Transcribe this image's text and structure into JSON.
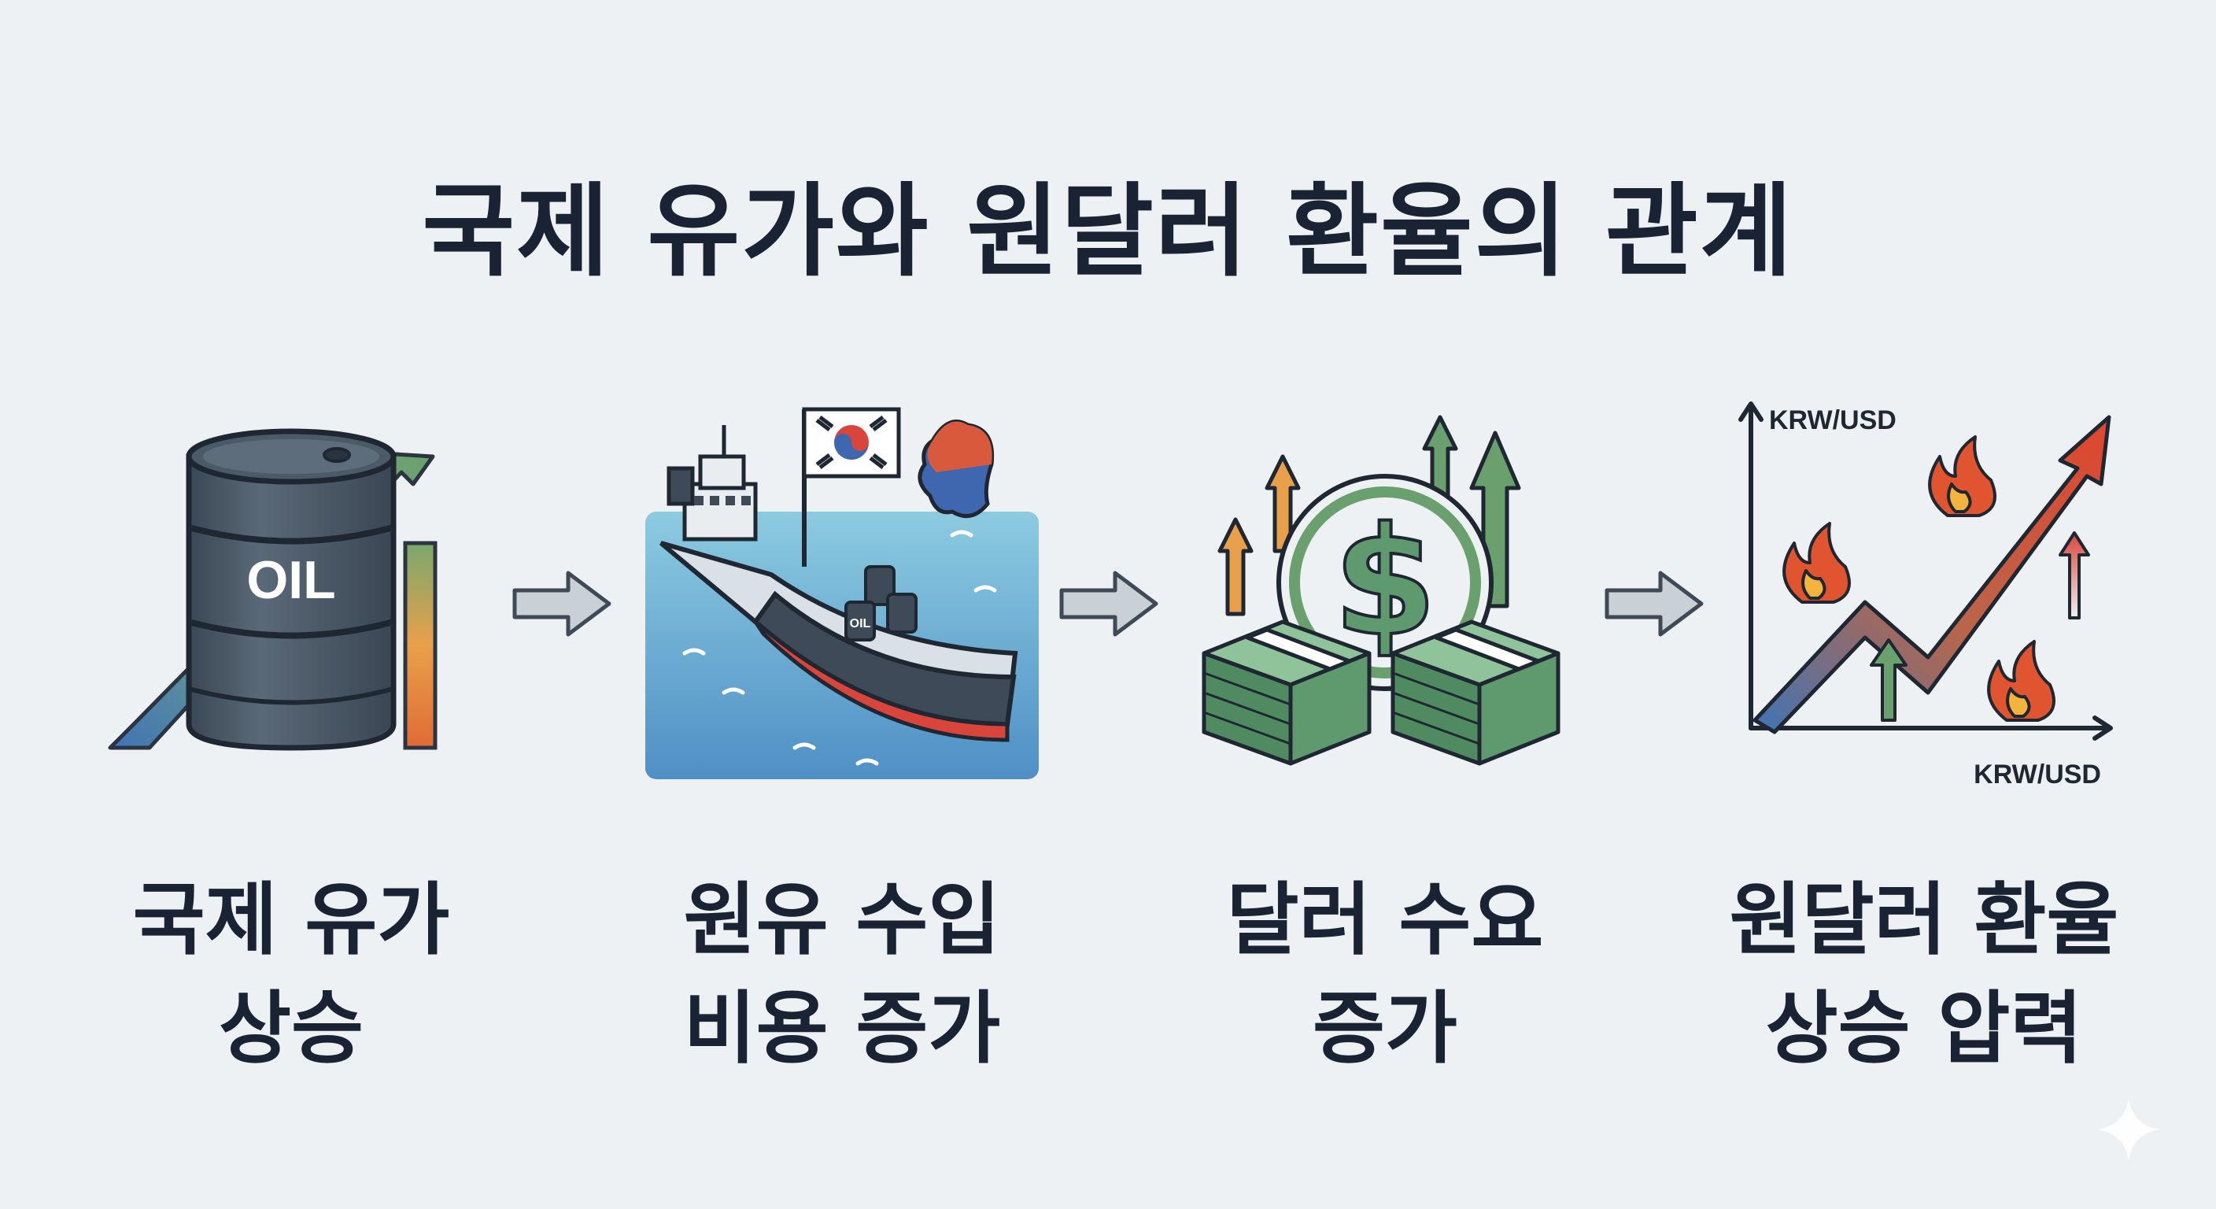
{
  "title": "국제 유가와 원달러 환율의 관계",
  "steps": [
    {
      "line1": "국제 유가",
      "line2": "상승",
      "icon": "oil-barrel-icon",
      "icon_text": "OIL"
    },
    {
      "line1": "원유 수입",
      "line2": "비용 증가",
      "icon": "oil-tanker-icon",
      "icon_text": "OIL"
    },
    {
      "line1": "달러 수요",
      "line2": "증가",
      "icon": "dollar-money-icon",
      "icon_text": "$"
    },
    {
      "line1": "원달러 환율",
      "line2": "상승 압력",
      "icon": "exchange-rate-chart-icon",
      "axis_y": "KRW/USD",
      "axis_x": "KRW/USD"
    }
  ],
  "connector_icon": "right-arrow-icon",
  "colors": {
    "background": "#eef1f3",
    "text": "#1a2333",
    "barrel": "#4e5d6b",
    "green": "#5f9a6e",
    "orange": "#e98a3a",
    "red": "#d9453a",
    "blue": "#3f74b5",
    "sea": "#7cc2de"
  }
}
